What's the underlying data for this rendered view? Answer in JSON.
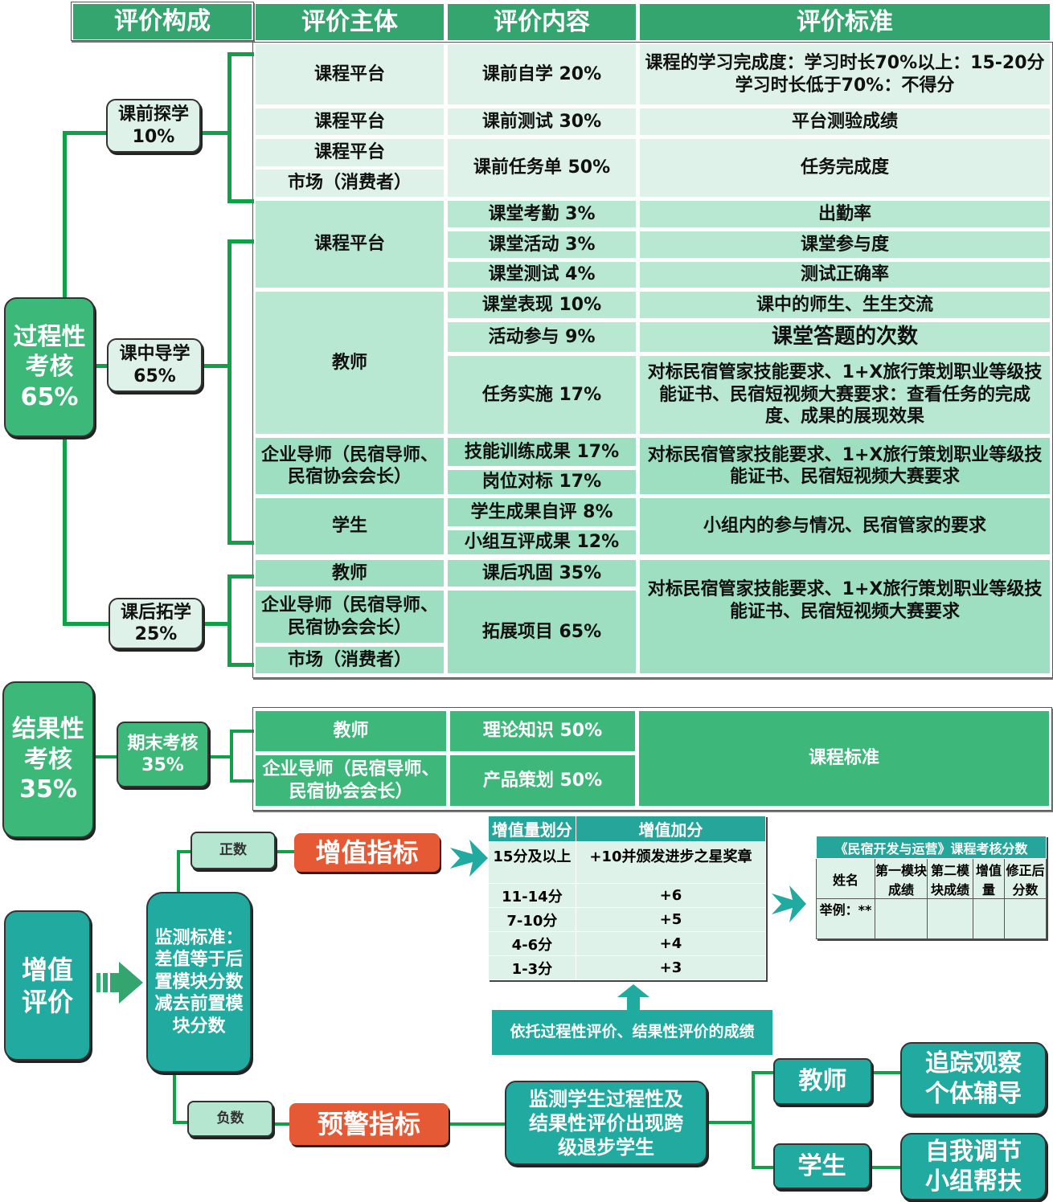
{
  "headers": [
    "评价构成",
    "评价主体",
    "评价内容",
    "评价标准"
  ],
  "process": {
    "title": "过程性考核65%",
    "stages": [
      "课前探学 10%",
      "课中导学 65%",
      "课后拓学 25%"
    ]
  },
  "rows": {
    "r1": [
      "课程平台",
      "课前自学 20%",
      "课程的学习完成度：学习时长70%以上：15-20分 学习时长低于70%：不得分"
    ],
    "r2": [
      "课程平台",
      "课前测试 30%",
      "平台测验成绩"
    ],
    "r3": [
      "课程平台",
      "市场（消费者）",
      "课前任务单 50%",
      "任务完成度"
    ],
    "r4": [
      "课程平台",
      "课堂考勤 3%",
      "出勤率",
      "课堂活动 3%",
      "课堂参与度",
      "课堂测试 4%",
      "测试正确率"
    ],
    "r5": [
      "教师",
      "课堂表现 10%",
      "课中的师生、生生交流",
      "活动参与 9%",
      "课堂答题的次数",
      "任务实施 17%",
      "对标民宿管家技能要求、1+X旅行策划职业等级技能证书、民宿短视频大赛要求：查看任务的完成度、成果的展现效果"
    ],
    "r6": [
      "企业导师（民宿导师、民宿协会会长）",
      "技能训练成果 17%",
      "岗位对标 17%",
      "对标民宿管家技能要求、1+X旅行策划职业等级技能证书、民宿短视频大赛要求"
    ],
    "r7": [
      "学生",
      "学生成果自评 8%",
      "小组互评成果 12%",
      "小组内的参与情况、民宿管家的要求"
    ],
    "r8": [
      "教师",
      "企业导师（民宿导师、民宿协会会长）",
      "市场（消费者）",
      "课后巩固 35%",
      "拓展项目 65%",
      "对标民宿管家技能要求、1+X旅行策划职业等级技能证书、民宿短视频大赛要求"
    ]
  },
  "result": {
    "title": "结果性考核35%",
    "stage": "期末考核 35%",
    "rows": [
      "教师",
      "企业导师（民宿导师、民宿协会会长）",
      "理论知识 50%",
      "产品策划 50%",
      "课程标准"
    ]
  },
  "value": {
    "title": "增值评价",
    "standard": "监测标准：差值等于后置模块分数减去前置模块分数",
    "positive": "正数",
    "negative": "负数",
    "indicator": "增值指标",
    "warning": "预警指标",
    "table_headers": [
      "增值量划分",
      "增值加分"
    ],
    "table_rows": [
      [
        "15分及以上",
        "+10并颁发进步之星奖章"
      ],
      [
        "11-14分",
        "+6"
      ],
      [
        "7-10分",
        "+5"
      ],
      [
        "4-6分",
        "+4"
      ],
      [
        "1-3分",
        "+3"
      ]
    ],
    "basis": "依托过程性评价、结果性评价的成绩",
    "score_title": "《民宿开发与运营》课程考核分数",
    "score_headers": [
      "姓名",
      "第一模块成绩",
      "第二模块成绩",
      "增值量",
      "修正后分数"
    ],
    "score_example": "举例：**",
    "monitor": "监测学生过程性及结果性评价出现跨级退步学生",
    "teacher": "教师",
    "student": "学生",
    "teacher_action": "追踪观察个体辅导",
    "student_action": "自我调节小组帮扶"
  },
  "colors": {
    "header": "#35a56f",
    "accent_red": "#e55a35",
    "teal": "#20aaa0"
  }
}
